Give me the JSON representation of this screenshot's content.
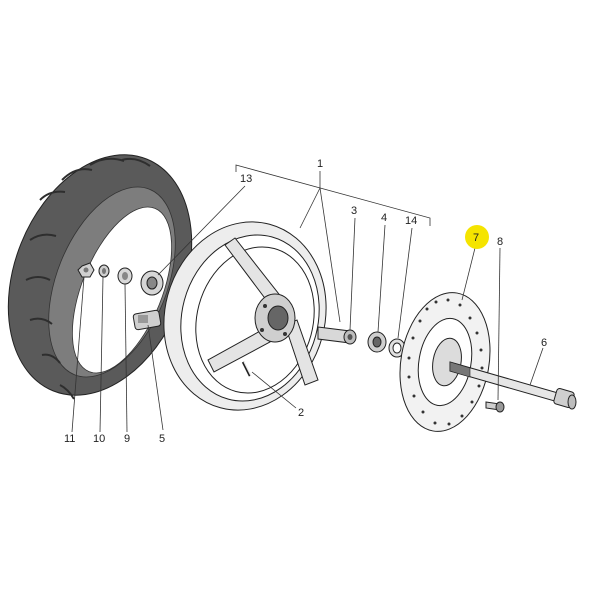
{
  "callouts": [
    {
      "id": "1",
      "label": "1"
    },
    {
      "id": "2",
      "label": "2"
    },
    {
      "id": "3",
      "label": "3"
    },
    {
      "id": "4",
      "label": "4"
    },
    {
      "id": "5",
      "label": "5"
    },
    {
      "id": "6",
      "label": "6"
    },
    {
      "id": "7",
      "label": "7"
    },
    {
      "id": "8",
      "label": "8"
    },
    {
      "id": "9",
      "label": "9"
    },
    {
      "id": "10",
      "label": "10"
    },
    {
      "id": "11",
      "label": "11"
    },
    {
      "id": "13",
      "label": "13"
    },
    {
      "id": "14",
      "label": "14"
    }
  ],
  "colors": {
    "highlight": "#f5e400",
    "tire": "#555555",
    "tire_light": "#8a8a8a",
    "metal": "#cfcfcf",
    "outline": "#222222"
  },
  "highlighted_part": "7"
}
